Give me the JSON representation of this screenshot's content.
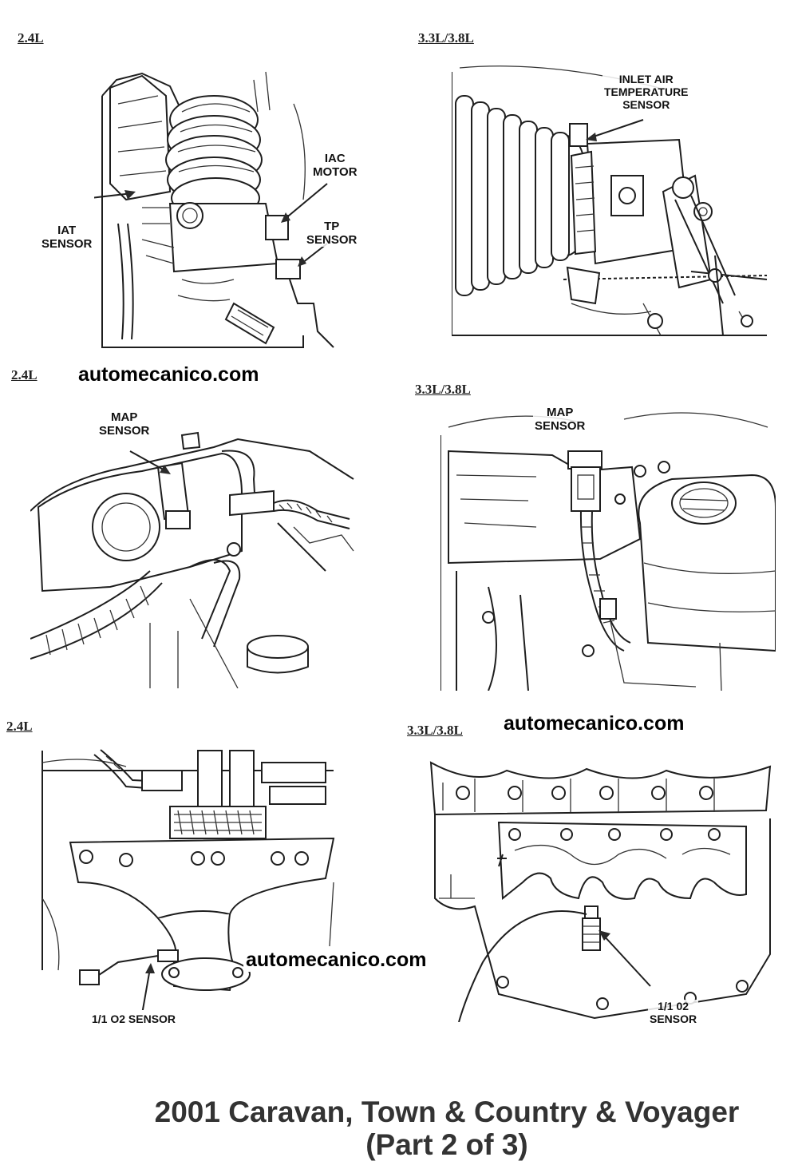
{
  "panels": [
    {
      "engine": "2.4L",
      "callouts": [
        "IAC\nMOTOR",
        "IAT\nSENSOR",
        "TP\nSENSOR"
      ]
    },
    {
      "engine": "3.3L/3.8L",
      "callouts": [
        "INLET AIR\nTEMPERATURE\nSENSOR"
      ]
    },
    {
      "engine": "2.4L",
      "callouts": [
        "MAP\nSENSOR"
      ]
    },
    {
      "engine": "3.3L/3.8L",
      "callouts": [
        "MAP\nSENSOR"
      ]
    },
    {
      "engine": "2.4L",
      "callouts": [
        "1/1 O2 SENSOR"
      ]
    },
    {
      "engine": "3.3L/3.8L",
      "callouts": [
        "1/1  02\nSENSOR"
      ]
    }
  ],
  "watermarks": [
    "automecanico.com",
    "automecanico.com",
    "automecanico.com"
  ],
  "footer": {
    "line1": "2001 Caravan, Town & Country & Voyager",
    "line2": "(Part 2 of 3)"
  }
}
